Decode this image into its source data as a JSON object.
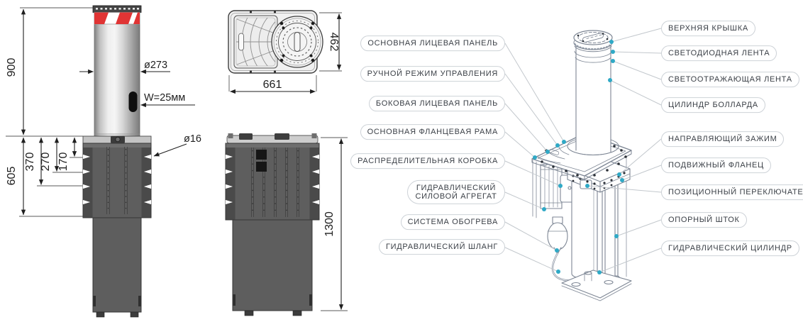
{
  "front_view": {
    "dim_900": "900",
    "dim_605": "605",
    "dim_370": "370",
    "dim_270": "270",
    "dim_170": "170",
    "dim_diameter": "ø273",
    "dim_band": "W=25мм",
    "dim_hole": "ø16"
  },
  "top_view": {
    "dim_width": "661",
    "dim_depth": "462"
  },
  "side_view": {
    "dim_height": "1300"
  },
  "callouts_left": [
    {
      "label": "ОСНОВНАЯ ЛИЦЕВАЯ ПАНЕЛЬ"
    },
    {
      "label": "РУЧНОЙ РЕЖИМ УПРАВЛЕНИЯ"
    },
    {
      "label": "БОКОВАЯ ЛИЦЕВАЯ ПАНЕЛЬ"
    },
    {
      "label": "ОСНОВНАЯ ФЛАНЦЕВАЯ РАМА"
    },
    {
      "label": "РАСПРЕДЕЛИТЕЛЬНАЯ КОРОБКА"
    },
    {
      "label": "ГИДРАВЛИЧЕСКИЙ СИЛОВОЙ АГРЕГАТ"
    },
    {
      "label": "СИСТЕМА ОБОГРЕВА"
    },
    {
      "label": "ГИДРАВЛИЧЕСКИЙ ШЛАНГ"
    }
  ],
  "callouts_right": [
    {
      "label": "ВЕРХНЯЯ КРЫШКА"
    },
    {
      "label": "СВЕТОДИОДНАЯ ЛЕНТА"
    },
    {
      "label": "СВЕТООТРАЖАЮЩАЯ ЛЕНТА"
    },
    {
      "label": "ЦИЛИНДР БОЛЛАРДА"
    },
    {
      "label": "НАПРАВЛЯЮЩИЙ ЗАЖИМ"
    },
    {
      "label": "ПОДВИЖНЫЙ ФЛАНЕЦ"
    },
    {
      "label": "ПОЗИЦИОННЫЙ ПЕРЕКЛЮЧАТЕЛЬ"
    },
    {
      "label": "ОПОРНЫЙ ШТОК"
    },
    {
      "label": "ГИДРАВЛИЧЕСКИЙ ЦИЛИНДР"
    }
  ],
  "colors": {
    "accent_dot": "#2fa9c6",
    "leader": "#c3c8cd",
    "casing": "#5e5e5e",
    "stripe_red": "#e03434",
    "iso_stroke": "#7d8694"
  }
}
